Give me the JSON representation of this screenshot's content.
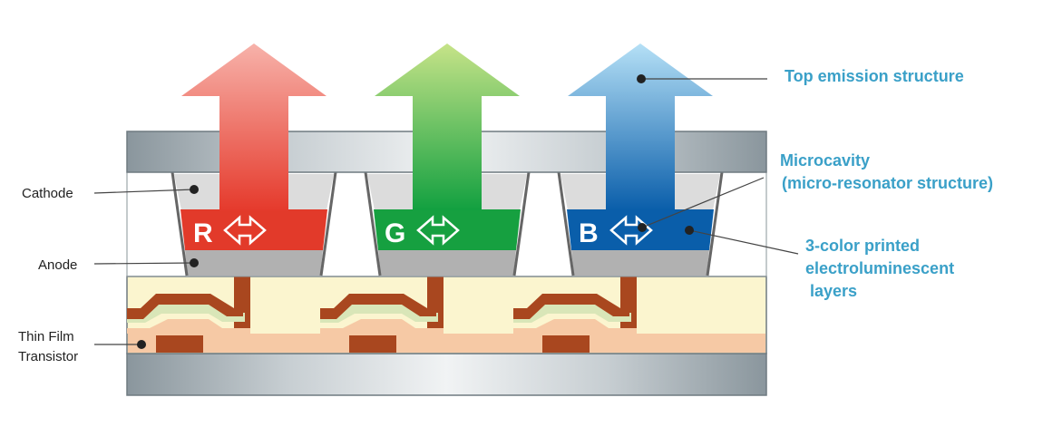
{
  "labels_left": {
    "cathode": "Cathode",
    "anode": "Anode",
    "tft_line1": "Thin Film",
    "tft_line2": "Transistor"
  },
  "labels_right": {
    "top_emission": "Top emission structure",
    "microcavity_line1": "Microcavity",
    "microcavity_line2": "(micro-resonator structure)",
    "printed_line1": "3-color printed",
    "printed_line2": "electroluminescent",
    "printed_line3": " layers"
  },
  "pixels": [
    {
      "letter": "R",
      "color": "#e23a2a",
      "arrow_top": "#f07c74"
    },
    {
      "letter": "G",
      "color": "#16a040",
      "arrow_top": "#b9dc78"
    },
    {
      "letter": "B",
      "color": "#0a5eaa",
      "arrow_top": "#a8d6f0"
    }
  ],
  "colors": {
    "label_accent": "#3aa0c8",
    "tft_metal": "#a9471f",
    "tft_fill": "#fbf5cf",
    "tft_base": "#f6c9a5"
  }
}
